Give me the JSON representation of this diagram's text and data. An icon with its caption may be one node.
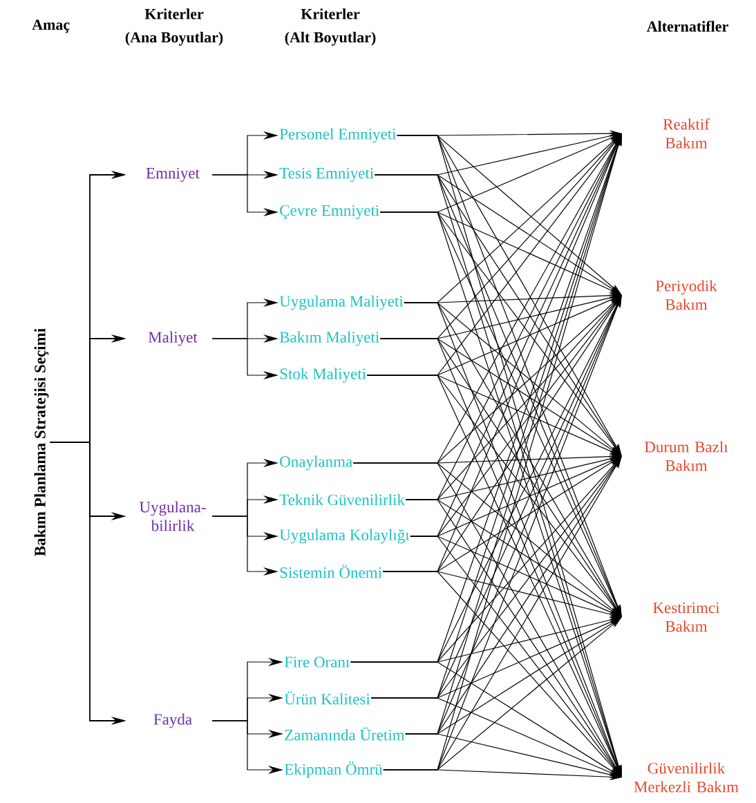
{
  "diagram": {
    "nodes": [
      {
        "text": [
          "Bakım Planlama Stratejisi Seçimi"
        ]
      },
      {
        "text": [
          "Emniyet"
        ]
      },
      {
        "text": [
          "Personel Emniyeti"
        ]
      },
      {
        "text": [
          "Tesis Emniyeti"
        ]
      },
      {
        "text": [
          "Çevre Emniyeti"
        ]
      },
      {
        "text": [
          "Maliyet"
        ]
      },
      {
        "text": [
          "Uygulama Maliyeti"
        ]
      },
      {
        "text": [
          "Bakım Maliyeti"
        ]
      },
      {
        "text": [
          "Stok Maliyeti"
        ]
      },
      {
        "text": [
          "Uygulana- bilirlik"
        ]
      },
      {
        "text": [
          "Onaylanma"
        ]
      },
      {
        "text": [
          "Teknik Güvenilirlik"
        ]
      },
      {
        "text": [
          "Uygulama Kolaylığı"
        ]
      },
      {
        "text": [
          "Sistemin Önemi"
        ]
      },
      {
        "text": [
          "Fayda"
        ]
      },
      {
        "text": [
          "Fire Oranı"
        ]
      },
      {
        "text": [
          "Ürün Kalitesi"
        ]
      },
      {
        "text": [
          "Zamanında Üretim"
        ]
      },
      {
        "text": [
          "Ekipman Ömrü"
        ]
      },
      {
        "text": [
          "Reaktif Bakım"
        ]
      },
      {
        "text": [
          "Periyodik Bakım"
        ]
      },
      {
        "text": [
          "Durum Bazlı Bakım"
        ]
      },
      {
        "text": [
          "Kestirimci Bakım"
        ]
      },
      {
        "text": [
          "Güvenilirlik Merkezli Bakım"
        ]
      }
    ],
    "edges": [
      {
        "from": 0,
        "to": 1,
        "arrow": "to"
      },
      {
        "from": 0,
        "to": 5,
        "arrow": "to"
      },
      {
        "from": 0,
        "to": 9,
        "arrow": "to"
      },
      {
        "from": 0,
        "to": 14,
        "arrow": "to"
      },
      {
        "from": 1,
        "to": 2,
        "arrow": "to"
      },
      {
        "from": 1,
        "to": 3,
        "arrow": "to"
      },
      {
        "from": 1,
        "to": 4,
        "arrow": "to"
      },
      {
        "from": 5,
        "to": 6,
        "arrow": "to"
      },
      {
        "from": 5,
        "to": 7,
        "arrow": "to"
      },
      {
        "from": 5,
        "to": 8,
        "arrow": "to"
      },
      {
        "from": 9,
        "to": 10,
        "arrow": "to"
      },
      {
        "from": 9,
        "to": 11,
        "arrow": "to"
      },
      {
        "from": 9,
        "to": 12,
        "arrow": "to"
      },
      {
        "from": 9,
        "to": 13,
        "arrow": "to"
      },
      {
        "from": 14,
        "to": 15,
        "arrow": "to"
      },
      {
        "from": 14,
        "to": 16,
        "arrow": "to"
      },
      {
        "from": 14,
        "to": 17,
        "arrow": "to"
      },
      {
        "from": 14,
        "to": 18,
        "arrow": "to"
      },
      {
        "from": 2,
        "to": 19,
        "arrow": "to"
      },
      {
        "from": 2,
        "to": 20,
        "arrow": "to"
      },
      {
        "from": 2,
        "to": 21,
        "arrow": "to"
      },
      {
        "from": 2,
        "to": 22,
        "arrow": "to"
      },
      {
        "from": 2,
        "to": 23,
        "arrow": "to"
      },
      {
        "from": 3,
        "to": 19,
        "arrow": "to"
      },
      {
        "from": 3,
        "to": 20,
        "arrow": "to"
      },
      {
        "from": 3,
        "to": 21,
        "arrow": "to"
      },
      {
        "from": 3,
        "to": 22,
        "arrow": "to"
      },
      {
        "from": 3,
        "to": 23,
        "arrow": "to"
      },
      {
        "from": 4,
        "to": 19,
        "arrow": "to"
      },
      {
        "from": 4,
        "to": 20,
        "arrow": "to"
      },
      {
        "from": 4,
        "to": 21,
        "arrow": "to"
      },
      {
        "from": 4,
        "to": 22,
        "arrow": "to"
      },
      {
        "from": 4,
        "to": 23,
        "arrow": "to"
      },
      {
        "from": 6,
        "to": 19,
        "arrow": "to"
      },
      {
        "from": 6,
        "to": 20,
        "arrow": "to"
      },
      {
        "from": 6,
        "to": 21,
        "arrow": "to"
      },
      {
        "from": 6,
        "to": 22,
        "arrow": "to"
      },
      {
        "from": 6,
        "to": 23,
        "arrow": "to"
      },
      {
        "from": 7,
        "to": 19,
        "arrow": "to"
      },
      {
        "from": 7,
        "to": 20,
        "arrow": "to"
      },
      {
        "from": 7,
        "to": 21,
        "arrow": "to"
      },
      {
        "from": 7,
        "to": 22,
        "arrow": "to"
      },
      {
        "from": 7,
        "to": 23,
        "arrow": "to"
      },
      {
        "from": 8,
        "to": 19,
        "arrow": "to"
      },
      {
        "from": 8,
        "to": 20,
        "arrow": "to"
      },
      {
        "from": 8,
        "to": 21,
        "arrow": "to"
      },
      {
        "from": 8,
        "to": 22,
        "arrow": "to"
      },
      {
        "from": 8,
        "to": 23,
        "arrow": "to"
      },
      {
        "from": 10,
        "to": 19,
        "arrow": "to"
      },
      {
        "from": 10,
        "to": 20,
        "arrow": "to"
      },
      {
        "from": 10,
        "to": 21,
        "arrow": "to"
      },
      {
        "from": 10,
        "to": 22,
        "arrow": "to"
      },
      {
        "from": 10,
        "to": 23,
        "arrow": "to"
      },
      {
        "from": 11,
        "to": 19,
        "arrow": "to"
      },
      {
        "from": 11,
        "to": 20,
        "arrow": "to"
      },
      {
        "from": 11,
        "to": 21,
        "arrow": "to"
      },
      {
        "from": 11,
        "to": 22,
        "arrow": "to"
      },
      {
        "from": 11,
        "to": 23,
        "arrow": "to"
      },
      {
        "from": 12,
        "to": 19,
        "arrow": "to"
      },
      {
        "from": 12,
        "to": 20,
        "arrow": "to"
      },
      {
        "from": 12,
        "to": 21,
        "arrow": "to"
      },
      {
        "from": 12,
        "to": 22,
        "arrow": "to"
      },
      {
        "from": 12,
        "to": 23,
        "arrow": "to"
      },
      {
        "from": 13,
        "to": 19,
        "arrow": "to"
      },
      {
        "from": 13,
        "to": 20,
        "arrow": "to"
      },
      {
        "from": 13,
        "to": 21,
        "arrow": "to"
      },
      {
        "from": 13,
        "to": 22,
        "arrow": "to"
      },
      {
        "from": 13,
        "to": 23,
        "arrow": "to"
      },
      {
        "from": 15,
        "to": 19,
        "arrow": "to"
      },
      {
        "from": 15,
        "to": 20,
        "arrow": "to"
      },
      {
        "from": 15,
        "to": 21,
        "arrow": "to"
      },
      {
        "from": 15,
        "to": 22,
        "arrow": "to"
      },
      {
        "from": 15,
        "to": 23,
        "arrow": "to"
      },
      {
        "from": 16,
        "to": 19,
        "arrow": "to"
      },
      {
        "from": 16,
        "to": 20,
        "arrow": "to"
      },
      {
        "from": 16,
        "to": 21,
        "arrow": "to"
      },
      {
        "from": 16,
        "to": 22,
        "arrow": "to"
      },
      {
        "from": 16,
        "to": 23,
        "arrow": "to"
      },
      {
        "from": 17,
        "to": 19,
        "arrow": "to"
      },
      {
        "from": 17,
        "to": 20,
        "arrow": "to"
      },
      {
        "from": 17,
        "to": 21,
        "arrow": "to"
      },
      {
        "from": 17,
        "to": 22,
        "arrow": "to"
      },
      {
        "from": 17,
        "to": 23,
        "arrow": "to"
      },
      {
        "from": 18,
        "to": 19,
        "arrow": "to"
      },
      {
        "from": 18,
        "to": 20,
        "arrow": "to"
      },
      {
        "from": 18,
        "to": 21,
        "arrow": "to"
      },
      {
        "from": 18,
        "to": 22,
        "arrow": "to"
      },
      {
        "from": 18,
        "to": 23,
        "arrow": "to"
      }
    ],
    "labels": [
      "Amaç",
      "Kriterler",
      "Kriterler",
      "Alternatifler",
      "(Ana Boyutlar)",
      "(Alt Boyutlar)"
    ]
  }
}
